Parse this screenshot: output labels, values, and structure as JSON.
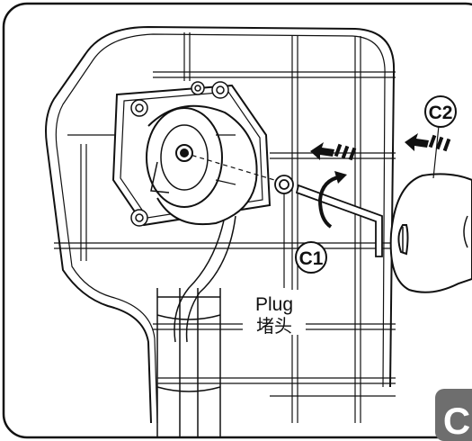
{
  "callouts": {
    "c1": "C1",
    "c2": "C2"
  },
  "plug": {
    "en": "Plug",
    "zh": "堵头"
  },
  "step_badge": "C",
  "colors": {
    "line": "#111111",
    "badge_fill": "#6e6e6e",
    "badge_text": "#ffffff",
    "background": "#ffffff"
  }
}
